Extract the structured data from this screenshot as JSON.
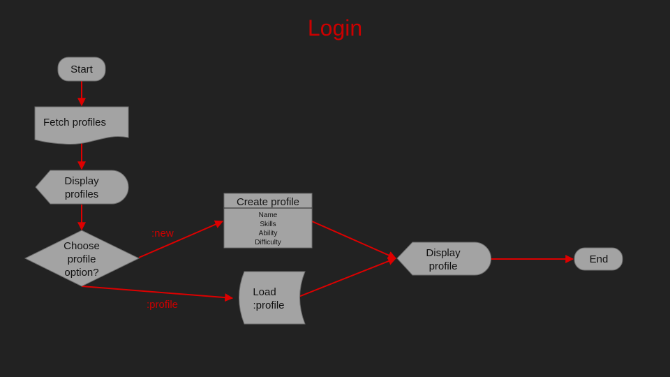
{
  "title": "Login",
  "colors": {
    "background": "#222222",
    "accent": "#cc0000",
    "node_fill": "#a3a3a3",
    "edge": "#dd0000"
  },
  "nodes": {
    "start": {
      "label": "Start"
    },
    "fetch": {
      "label": "Fetch profiles"
    },
    "display_profiles": {
      "line1": "Display",
      "line2": "profiles"
    },
    "decision": {
      "line1": "Choose",
      "line2": "profile",
      "line3": "option?"
    },
    "create": {
      "header": "Create profile",
      "fields": [
        "Name",
        "Skills",
        "Ability",
        "Difficulty"
      ]
    },
    "load": {
      "line1": "Load",
      "line2": ":profile"
    },
    "display_profile": {
      "line1": "Display",
      "line2": "profile"
    },
    "end": {
      "label": "End"
    }
  },
  "edges": {
    "new_label": ":new",
    "profile_label": ":profile"
  }
}
